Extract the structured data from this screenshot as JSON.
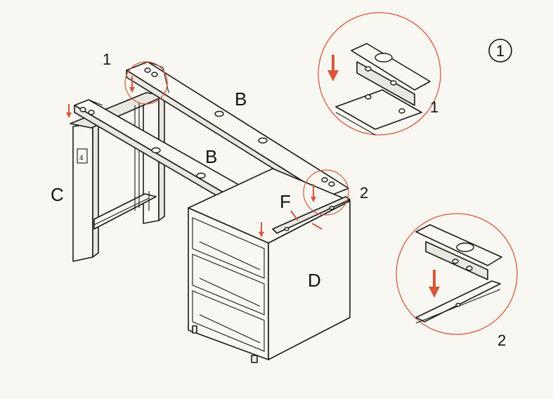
{
  "colors": {
    "accent": "#d9573b",
    "ink": "#1a1a1a",
    "paper": "#f8f7f2"
  },
  "step": {
    "number": "1"
  },
  "labels": {
    "beam_top": "B",
    "beam_front": "B",
    "leg_frame": "C",
    "drawer_unit": "D",
    "rail": "F",
    "point_one": "1",
    "point_two": "2"
  },
  "details": {
    "detail_one_caption": "1",
    "detail_two_caption": "2"
  }
}
